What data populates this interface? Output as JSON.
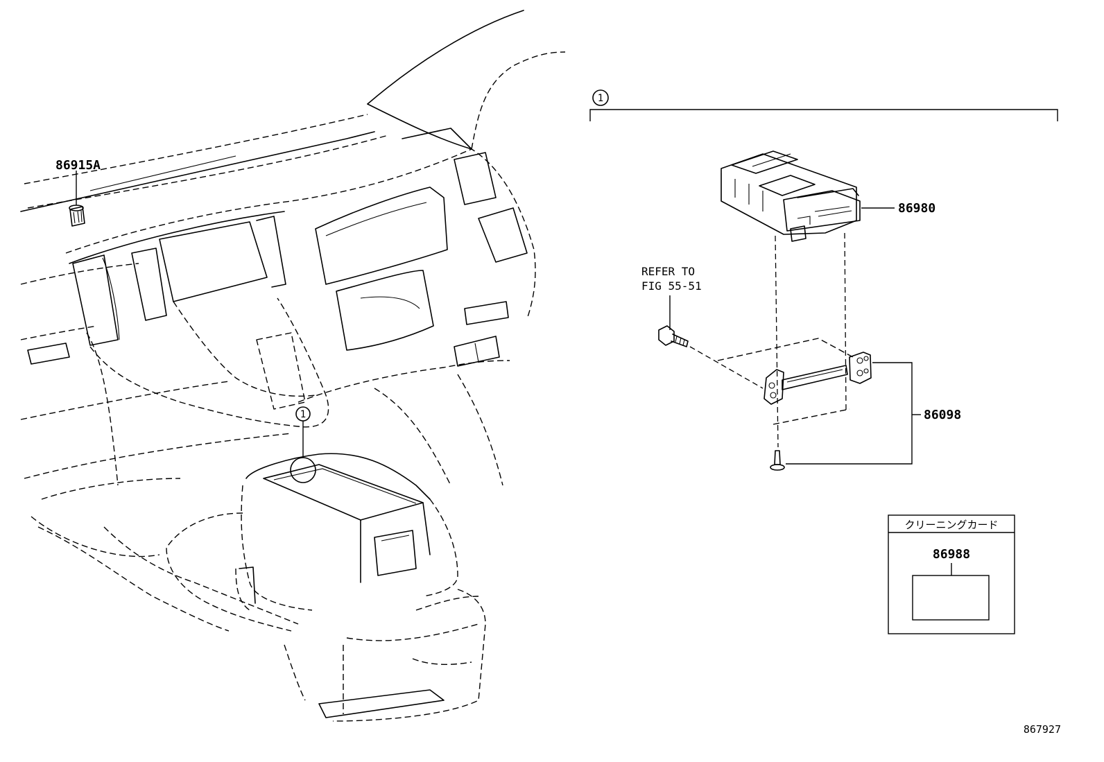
{
  "callouts": {
    "symbol": "1"
  },
  "parts": {
    "part_86915A": "86915A",
    "part_86980": "86980",
    "part_86098": "86098",
    "part_86988": "86988"
  },
  "refer": {
    "line1": "REFER TO",
    "line2": "FIG 55-51"
  },
  "cleaning_card": {
    "title": "クリーニングカード"
  },
  "figure_id": "867927"
}
